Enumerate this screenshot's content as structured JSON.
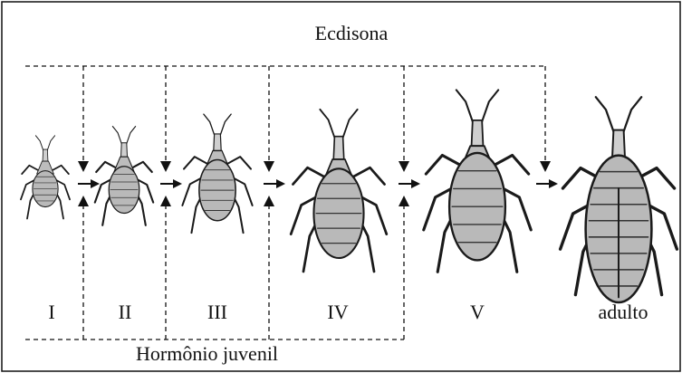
{
  "diagram": {
    "top_label": "Ecdisona",
    "bottom_label": "Hormônio juvenil",
    "stages": [
      {
        "label": "I",
        "scale": 0.42
      },
      {
        "label": "II",
        "scale": 0.5
      },
      {
        "label": "III",
        "scale": 0.6
      },
      {
        "label": "IV",
        "scale": 0.82
      },
      {
        "label": "V",
        "scale": 0.92
      },
      {
        "label": "adulto",
        "scale": 1.0
      }
    ]
  }
}
